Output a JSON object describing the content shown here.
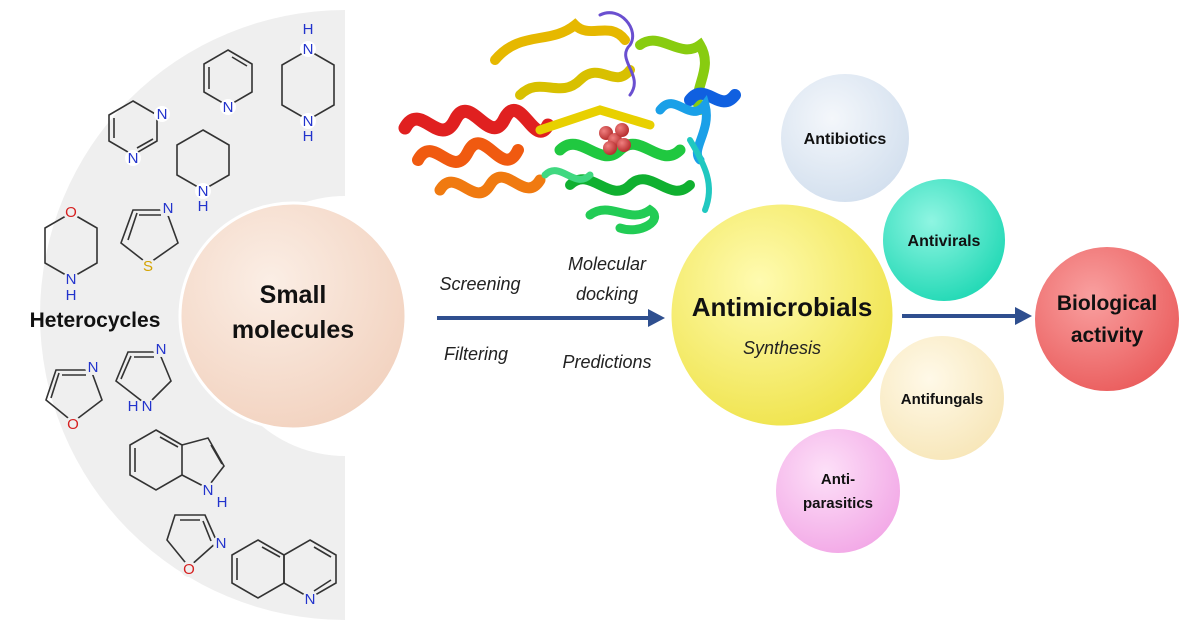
{
  "heterocycles": {
    "label": "Heterocycles",
    "atoms": {
      "pyrimidine_n1": "N",
      "pyrimidine_n2": "N",
      "pyridine_n": "N",
      "piperazine_n1": "N",
      "piperazine_h1": "H",
      "piperazine_n2": "N",
      "piperazine_h2": "H",
      "piperidine_n": "N",
      "piperidine_h": "H",
      "morpholine_o": "O",
      "morpholine_n": "N",
      "morpholine_h": "H",
      "thiazole_n": "N",
      "thiazole_s": "S",
      "oxazole_n": "N",
      "oxazole_o": "O",
      "imidazole_n": "N",
      "imidazole_nh": "N",
      "imidazole_h": "H",
      "indole_n": "N",
      "indole_h": "H",
      "isoxazole_o": "O",
      "isoxazole_n": "N",
      "quinoline_n": "N"
    }
  },
  "small_molecules": {
    "line1": "Small",
    "line2": "molecules"
  },
  "process": {
    "screening": "Screening",
    "filtering": "Filtering",
    "molecular": "Molecular",
    "docking": "docking",
    "predictions": "Predictions"
  },
  "antimicrobials": {
    "title": "Antimicrobials",
    "subtitle": "Synthesis"
  },
  "categories": {
    "antibiotics": "Antibiotics",
    "antivirals": "Antivirals",
    "antifungals": "Antifungals",
    "antiparasitics_line1": "Anti-",
    "antiparasitics_line2": "parasitics"
  },
  "biological": {
    "line1": "Biological",
    "line2": "activity"
  },
  "colors": {
    "arrow": "#2f4f8f",
    "nitrogen": "#2233cc",
    "oxygen": "#d62020",
    "sulfur": "#d4a300",
    "small_molecules": "#f7e0d2",
    "antimicrobials": "#f8f06a",
    "antibiotics": "#dce6f1",
    "antivirals": "#2ee0bf",
    "antifungals": "#fbefc8",
    "antiparasitics": "#f5b3ea",
    "biological": "#f07070"
  }
}
